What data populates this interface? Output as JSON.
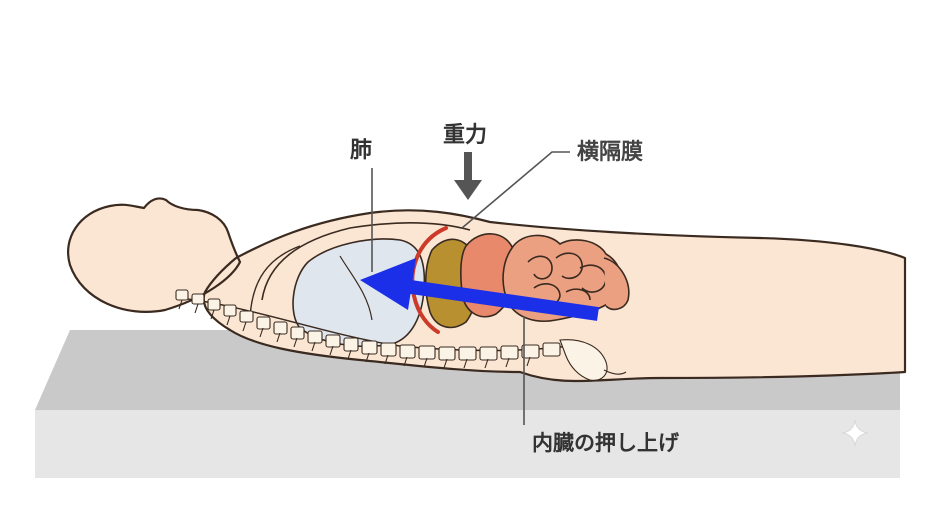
{
  "labels": {
    "lung": "肺",
    "gravity": "重力",
    "diaphragm": "横隔膜",
    "visceral_push": "内臓の押し上げ"
  },
  "colors": {
    "background": "#ffffff",
    "mattress_top": "#c9c9c9",
    "mattress_front": "#e6e6e6",
    "skin": "#fbe6d3",
    "outline": "#3a2a20",
    "lung": "#dfe6ee",
    "liver": "#b8902f",
    "stomach": "#e9896b",
    "intestine": "#eba082",
    "diaphragm": "#cc3b2a",
    "arrow": "#1c2fe8",
    "leader_line": "#555555",
    "text": "#333333"
  },
  "icons": {
    "gravity_arrow": "down-arrow-icon",
    "corner_mark": "sparkle-icon"
  }
}
